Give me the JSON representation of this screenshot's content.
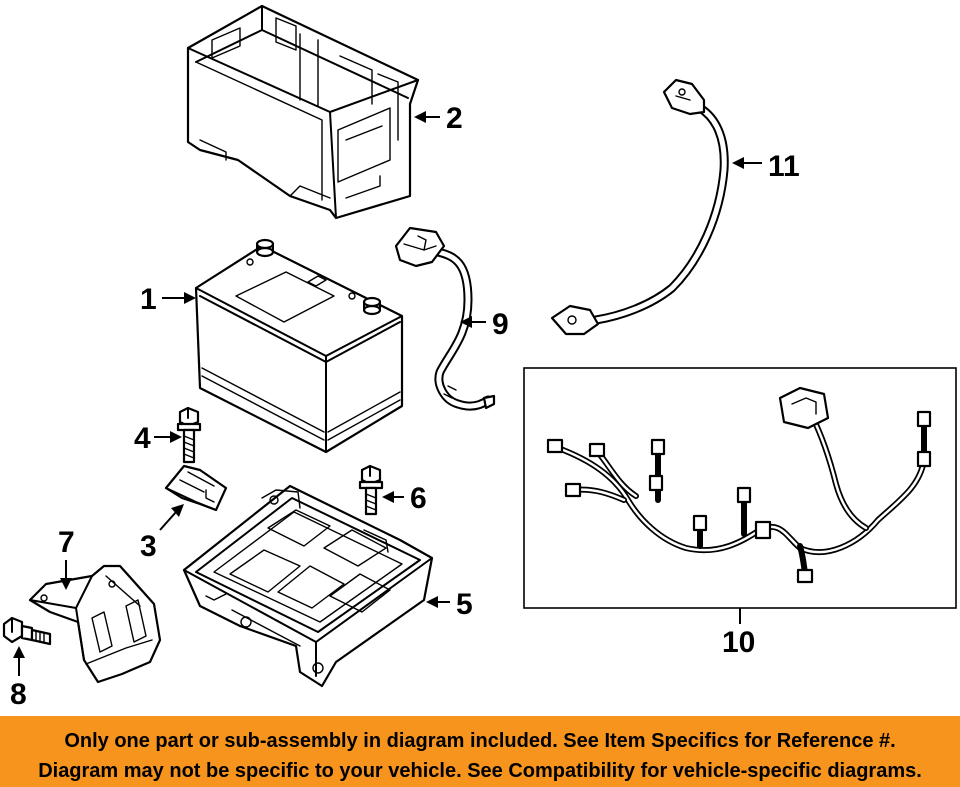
{
  "diagram": {
    "callouts": {
      "c1": "1",
      "c2": "2",
      "c3": "3",
      "c4": "4",
      "c5": "5",
      "c6": "6",
      "c7": "7",
      "c8": "8",
      "c9": "9",
      "c10": "10",
      "c11": "11"
    }
  },
  "banner": {
    "background": "#f7941d",
    "line1": "Only one part or sub-assembly in diagram included. See Item Specifics for Reference #.",
    "line2": "Diagram may not be specific to your vehicle. See Compatibility for vehicle-specific diagrams."
  }
}
